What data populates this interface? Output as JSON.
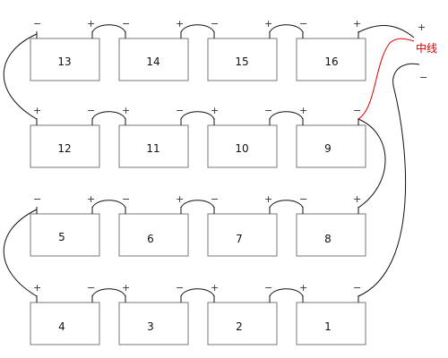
{
  "batteries": [
    {
      "label": "13"
    },
    {
      "label": "14"
    },
    {
      "label": "15"
    },
    {
      "label": "16"
    },
    {
      "label": "12"
    },
    {
      "label": "11"
    },
    {
      "label": "10"
    },
    {
      "label": "9"
    },
    {
      "label": "5"
    },
    {
      "label": "6"
    },
    {
      "label": "7"
    },
    {
      "label": "8"
    },
    {
      "label": "4"
    },
    {
      "label": "3"
    },
    {
      "label": "2"
    },
    {
      "label": "1"
    }
  ],
  "signs": {
    "positive": "+",
    "negative": "−"
  },
  "outputs": {
    "positive": "+",
    "neutral": "中线",
    "negative": "−"
  },
  "colors": {
    "neutral_wire": "#dd0000",
    "wire": "#111111"
  }
}
